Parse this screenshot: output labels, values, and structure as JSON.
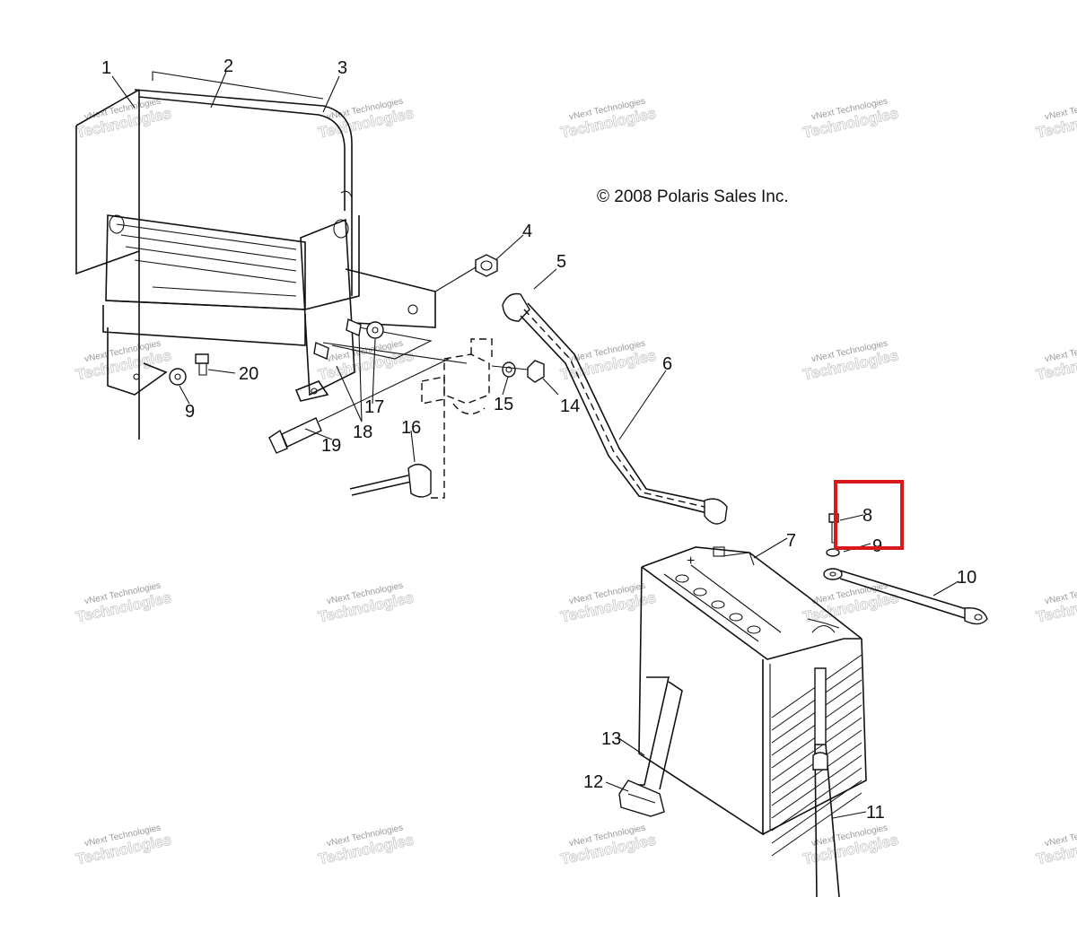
{
  "copyright": "© 2008 Polaris Sales Inc.",
  "watermark": {
    "line1": "vNext Technologies",
    "line2": "Technologies"
  },
  "callouts": {
    "c1": "1",
    "c2": "2",
    "c3": "3",
    "c4": "4",
    "c5": "5",
    "c6": "6",
    "c7": "7",
    "c8": "8",
    "c9a": "9",
    "c9b": "9",
    "c10": "10",
    "c11": "11",
    "c12": "12",
    "c13": "13",
    "c14": "14",
    "c15": "15",
    "c16": "16",
    "c17": "17",
    "c18": "18",
    "c19": "19",
    "c20": "20"
  },
  "highlight": {
    "target_callout": "8",
    "color": "#d7191c"
  }
}
